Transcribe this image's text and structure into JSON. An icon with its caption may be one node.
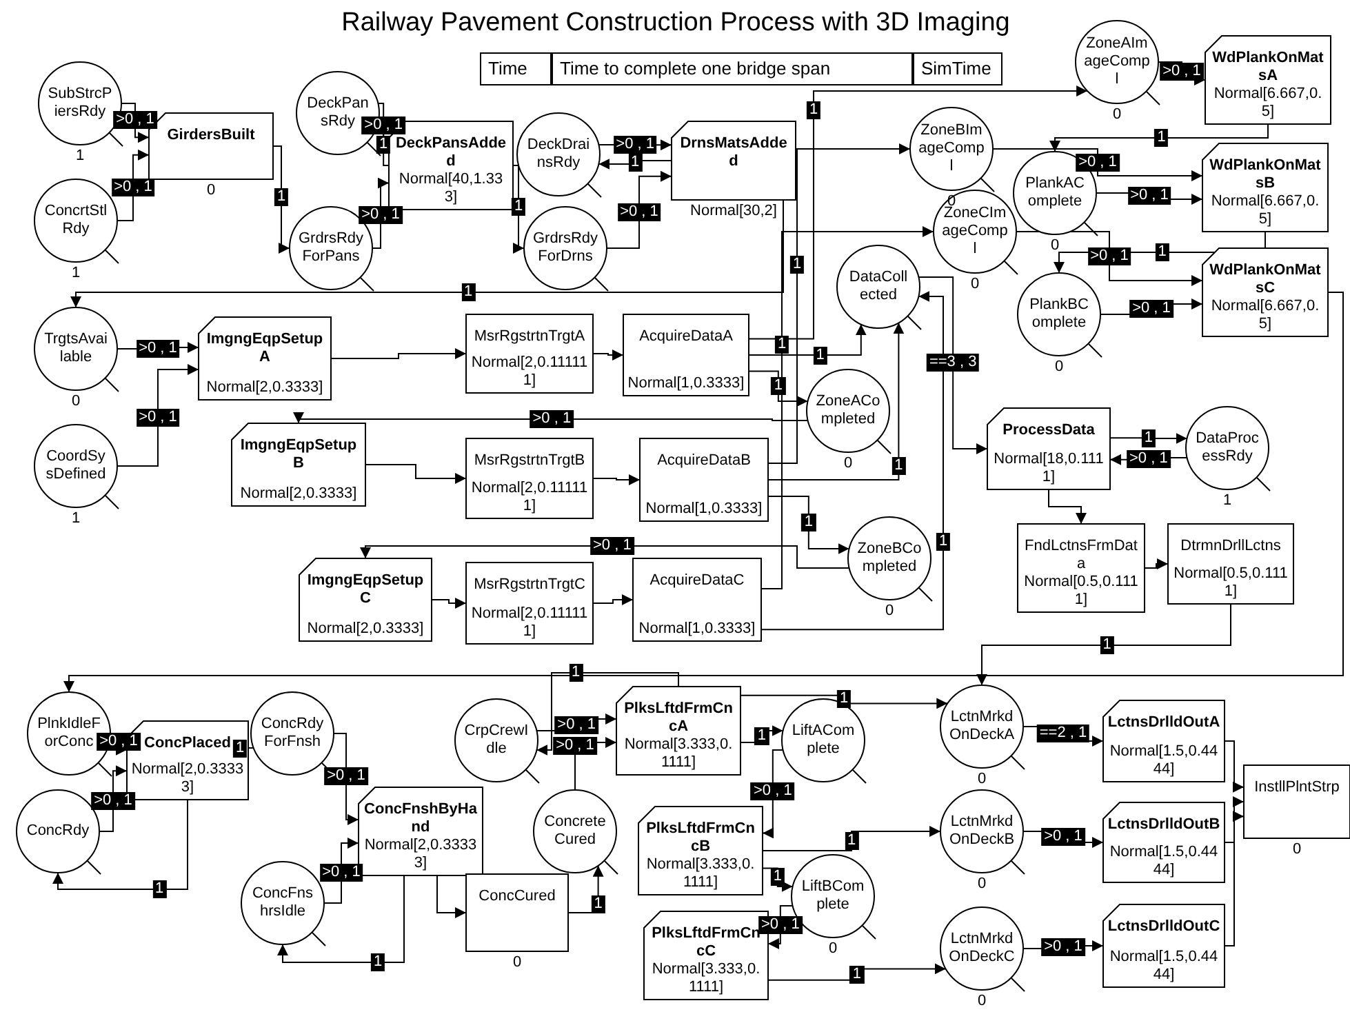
{
  "diagram": {
    "title": "Railway Pavement Construction Process with 3D Imaging",
    "nodes": [
      {
        "text": [
          "SubStrcPiersRdy"
        ],
        "beside": [
          "1"
        ]
      },
      {
        "text": [
          "GirdersBuilt"
        ],
        "beside": [
          "0"
        ]
      },
      {
        "text": [
          "DeckPansRdy"
        ]
      },
      {
        "text": [
          "DeckPansAdded",
          "Normal[40,1.333]"
        ]
      },
      {
        "text": [
          "DeckDrainsRdy"
        ]
      },
      {
        "text": [
          "DrnsMatsAdded"
        ],
        "beside": [
          "Normal[30,2]"
        ]
      },
      {
        "text": [
          "ZoneAImageCompl"
        ],
        "beside": [
          "0"
        ]
      },
      {
        "text": [
          "WdPlankOnMatsA",
          "Normal[6.667,0.5]"
        ]
      },
      {
        "text": [
          "ConcrtStlRdy"
        ],
        "beside": [
          "1"
        ]
      },
      {
        "text": [
          "GrdrsRdyForPans"
        ]
      },
      {
        "text": [
          "GrdrsRdyForDrns"
        ]
      },
      {
        "text": [
          "ZoneBImageCompl"
        ],
        "beside": [
          "0"
        ]
      },
      {
        "text": [
          "PlankAComplete"
        ],
        "beside": [
          "0"
        ]
      },
      {
        "text": [
          "WdPlankOnMatsB",
          "Normal[6.667,0.5]"
        ]
      },
      {
        "text": [
          "ZoneCImageCompl"
        ],
        "beside": [
          "0"
        ]
      },
      {
        "text": [
          "DataCollected"
        ]
      },
      {
        "text": [
          "PlankBComplete"
        ],
        "beside": [
          "0"
        ]
      },
      {
        "text": [
          "WdPlankOnMatsC",
          "Normal[6.667,0.5]"
        ]
      },
      {
        "text": [
          "TrgtsAvailable"
        ],
        "beside": [
          "0"
        ]
      },
      {
        "text": [
          "ImgngEqpSetupA",
          "Normal[2,0.3333]"
        ]
      },
      {
        "text": [
          "MsrRgstrtnTrgtA",
          "Normal[2,0.111111]"
        ]
      },
      {
        "text": [
          "AcquireDataA",
          "Normal[1,0.3333]"
        ]
      },
      {
        "text": [
          "ZoneACompleted"
        ],
        "beside": [
          "0"
        ]
      },
      {
        "text": [
          "ProcessData",
          "Normal[18,0.1111]"
        ]
      },
      {
        "text": [
          "DataProcessRdy"
        ],
        "beside": [
          "1"
        ]
      },
      {
        "text": [
          "CoordSysDefined"
        ],
        "beside": [
          "1"
        ]
      },
      {
        "text": [
          "ImgngEqpSetupB",
          "Normal[2,0.3333]"
        ]
      },
      {
        "text": [
          "MsrRgstrtnTrgtB",
          "Normal[2,0.111111]"
        ]
      },
      {
        "text": [
          "AcquireDataB",
          "Normal[1,0.3333]"
        ]
      },
      {
        "text": [
          "ZoneBCompleted"
        ],
        "beside": [
          "0"
        ]
      },
      {
        "text": [
          "FndLctnsFrmData",
          "Normal[0.5,0.1111]"
        ]
      },
      {
        "text": [
          "DtrmnDrllLctns",
          "Normal[0.5,0.1111]"
        ]
      },
      {
        "text": [
          "ImgngEqpSetupC",
          "Normal[2,0.3333]"
        ]
      },
      {
        "text": [
          "MsrRgstrtnTrgtC",
          "Normal[2,0.111111]"
        ]
      },
      {
        "text": [
          "AcquireDataC",
          "Normal[1,0.3333]"
        ]
      },
      {
        "text": [
          "PlnkIdleForConc"
        ]
      },
      {
        "text": [
          "ConcPlaced",
          "Normal[2,0.33333]"
        ]
      },
      {
        "text": [
          "ConcRdyForFnsh"
        ]
      },
      {
        "text": [
          "CrpCrewIdle"
        ]
      },
      {
        "text": [
          "PlksLftdFrmCncA",
          "Normal[3.333,0.1111]"
        ]
      },
      {
        "text": [
          "LiftAComplete"
        ]
      },
      {
        "text": [
          "LctnMrkdOnDeckA"
        ],
        "beside": [
          "0"
        ]
      },
      {
        "text": [
          "LctnsDrlldOutA",
          "Normal[1.5,0.4444]"
        ]
      },
      {
        "text": [
          "InstllPlntStrp"
        ],
        "beside": [
          "0"
        ]
      },
      {
        "text": [
          "ConcRdy"
        ]
      },
      {
        "text": [
          "ConcFnshByHand",
          "Normal[2,0.33333]"
        ]
      },
      {
        "text": [
          "ConcreteCured"
        ]
      },
      {
        "text": [
          "PlksLftdFrmCncB",
          "Normal[3.333,0.1111]"
        ]
      },
      {
        "text": [
          "LctnMrkdOnDeckB"
        ],
        "beside": [
          "0"
        ]
      },
      {
        "text": [
          "LctnsDrlldOutB",
          "Normal[1.5,0.4444]"
        ]
      },
      {
        "text": [
          "ConcFnshrsIdle"
        ]
      },
      {
        "text": [
          "ConcCured"
        ],
        "beside": [
          "0"
        ]
      },
      {
        "text": [
          "LiftBComplete"
        ],
        "beside": [
          "0"
        ]
      },
      {
        "text": [
          "PlksLftdFrmCncC",
          "Normal[3.333,0.1111]"
        ]
      },
      {
        "text": [
          "LctnMrkdOnDeckC"
        ],
        "beside": [
          "0"
        ]
      },
      {
        "text": [
          "LctnsDrlldOutC",
          "Normal[1.5,0.4444]"
        ]
      }
    ],
    "edges": [
      {
        "from": 0,
        "to": 1,
        "arrow": "to",
        "label": ">0 , 1"
      },
      {
        "from": 8,
        "to": 1,
        "arrow": "to",
        "label": ">0 , 1"
      },
      {
        "from": 1,
        "to": 9,
        "arrow": "to",
        "label": "1"
      },
      {
        "from": 2,
        "to": 3,
        "arrow": "to",
        "label": ">0 , 1"
      },
      {
        "from": 9,
        "to": 3,
        "arrow": "to",
        "label": ">0 , 1"
      },
      {
        "from": 3,
        "to": 2,
        "arrow": "to",
        "label": "1"
      },
      {
        "from": 3,
        "to": 10,
        "arrow": "to",
        "label": "1"
      },
      {
        "from": 4,
        "to": 5,
        "arrow": "to",
        "label": ">0 , 1"
      },
      {
        "from": 10,
        "to": 5,
        "arrow": "to",
        "label": ">0 , 1"
      },
      {
        "from": 5,
        "to": 4,
        "arrow": "to",
        "label": "1"
      },
      {
        "from": 5,
        "to": 18,
        "arrow": "to",
        "label": "1"
      },
      {
        "from": 18,
        "to": 19,
        "arrow": "to",
        "label": ">0 , 1"
      },
      {
        "from": 25,
        "to": 19,
        "arrow": "to",
        "label": ">0 , 1"
      },
      {
        "from": 19,
        "to": 20,
        "arrow": "to"
      },
      {
        "from": 20,
        "to": 21,
        "arrow": "to"
      },
      {
        "from": 21,
        "to": 6,
        "arrow": "to",
        "label": "1"
      },
      {
        "from": 21,
        "to": 15,
        "arrow": "to",
        "label": "1"
      },
      {
        "from": 21,
        "to": 22,
        "arrow": "to",
        "label": "1"
      },
      {
        "from": 22,
        "to": 26,
        "arrow": "to",
        "label": ">0 , 1"
      },
      {
        "from": 26,
        "to": 27,
        "arrow": "to"
      },
      {
        "from": 27,
        "to": 28,
        "arrow": "to"
      },
      {
        "from": 28,
        "to": 11,
        "arrow": "to",
        "label": "1"
      },
      {
        "from": 28,
        "to": 15,
        "arrow": "to",
        "label": "1"
      },
      {
        "from": 28,
        "to": 29,
        "arrow": "to",
        "label": "1"
      },
      {
        "from": 29,
        "to": 32,
        "arrow": "to",
        "label": ">0 , 1"
      },
      {
        "from": 32,
        "to": 33,
        "arrow": "to"
      },
      {
        "from": 33,
        "to": 34,
        "arrow": "to"
      },
      {
        "from": 34,
        "to": 14,
        "arrow": "to",
        "label": "1"
      },
      {
        "from": 34,
        "to": 15,
        "arrow": "to",
        "label": "1"
      },
      {
        "from": 15,
        "to": 23,
        "arrow": "to",
        "label": "==3 , 3"
      },
      {
        "from": 6,
        "to": 7,
        "arrow": "to",
        "label": ">0 , 1"
      },
      {
        "from": 7,
        "to": 12,
        "arrow": "to",
        "label": "1"
      },
      {
        "from": 11,
        "to": 13,
        "arrow": "to",
        "label": ">0 , 1"
      },
      {
        "from": 12,
        "to": 13,
        "arrow": "to",
        "label": ">0 , 1"
      },
      {
        "from": 13,
        "to": 16,
        "arrow": "to",
        "label": "1"
      },
      {
        "from": 14,
        "to": 17,
        "arrow": "to",
        "label": ">0 , 1"
      },
      {
        "from": 16,
        "to": 17,
        "arrow": "to",
        "label": ">0 , 1"
      },
      {
        "from": 17,
        "to": 35,
        "arrow": "to"
      },
      {
        "from": 23,
        "to": 24,
        "arrow": "to",
        "label": "1"
      },
      {
        "from": 24,
        "to": 23,
        "arrow": "to",
        "label": ">0 , 1"
      },
      {
        "from": 23,
        "to": 30,
        "arrow": "to"
      },
      {
        "from": 30,
        "to": 31,
        "arrow": "to"
      },
      {
        "from": 31,
        "to": 41,
        "arrow": "to",
        "label": "1"
      },
      {
        "from": 35,
        "to": 36,
        "arrow": "to",
        "label": ">0 , 1"
      },
      {
        "from": 44,
        "to": 36,
        "arrow": "to",
        "label": ">0 , 1"
      },
      {
        "from": 36,
        "to": 44,
        "arrow": "to",
        "label": "1"
      },
      {
        "from": 36,
        "to": 37,
        "arrow": "to",
        "label": "1"
      },
      {
        "from": 37,
        "to": 45,
        "arrow": "to",
        "label": ">0 , 1"
      },
      {
        "from": 50,
        "to": 45,
        "arrow": "to",
        "label": ">0 , 1"
      },
      {
        "from": 45,
        "to": 50,
        "arrow": "to",
        "label": "1"
      },
      {
        "from": 45,
        "to": 51,
        "arrow": "to"
      },
      {
        "from": 51,
        "to": 46,
        "arrow": "to",
        "label": "1"
      },
      {
        "from": 38,
        "to": 39,
        "arrow": "to",
        "label": ">0 , 1"
      },
      {
        "from": 46,
        "to": 39,
        "arrow": "to",
        "label": ">0 , 1"
      },
      {
        "from": 39,
        "to": 38,
        "arrow": "to",
        "label": "1"
      },
      {
        "from": 39,
        "to": 40,
        "arrow": "to",
        "label": "1"
      },
      {
        "from": 39,
        "to": 41,
        "arrow": "to",
        "label": "1"
      },
      {
        "from": 40,
        "to": 47,
        "arrow": "to",
        "label": ">0 , 1"
      },
      {
        "from": 47,
        "to": 48,
        "arrow": "to",
        "label": "1"
      },
      {
        "from": 47,
        "to": 52,
        "arrow": "to",
        "label": "1"
      },
      {
        "from": 52,
        "to": 53,
        "arrow": "to",
        "label": ">0 , 1"
      },
      {
        "from": 53,
        "to": 54,
        "arrow": "to",
        "label": "1"
      },
      {
        "from": 41,
        "to": 42,
        "arrow": "to",
        "label": "==2 , 1"
      },
      {
        "from": 48,
        "to": 49,
        "arrow": "to",
        "label": ">0 , 1"
      },
      {
        "from": 54,
        "to": 55,
        "arrow": "to",
        "label": ">0 , 1"
      },
      {
        "from": 42,
        "to": 43,
        "arrow": "to"
      },
      {
        "from": 49,
        "to": 43,
        "arrow": "to"
      },
      {
        "from": 55,
        "to": 43,
        "arrow": "to"
      }
    ],
    "labels": [
      "Time",
      "Time to complete one bridge span",
      "SimTime"
    ]
  }
}
